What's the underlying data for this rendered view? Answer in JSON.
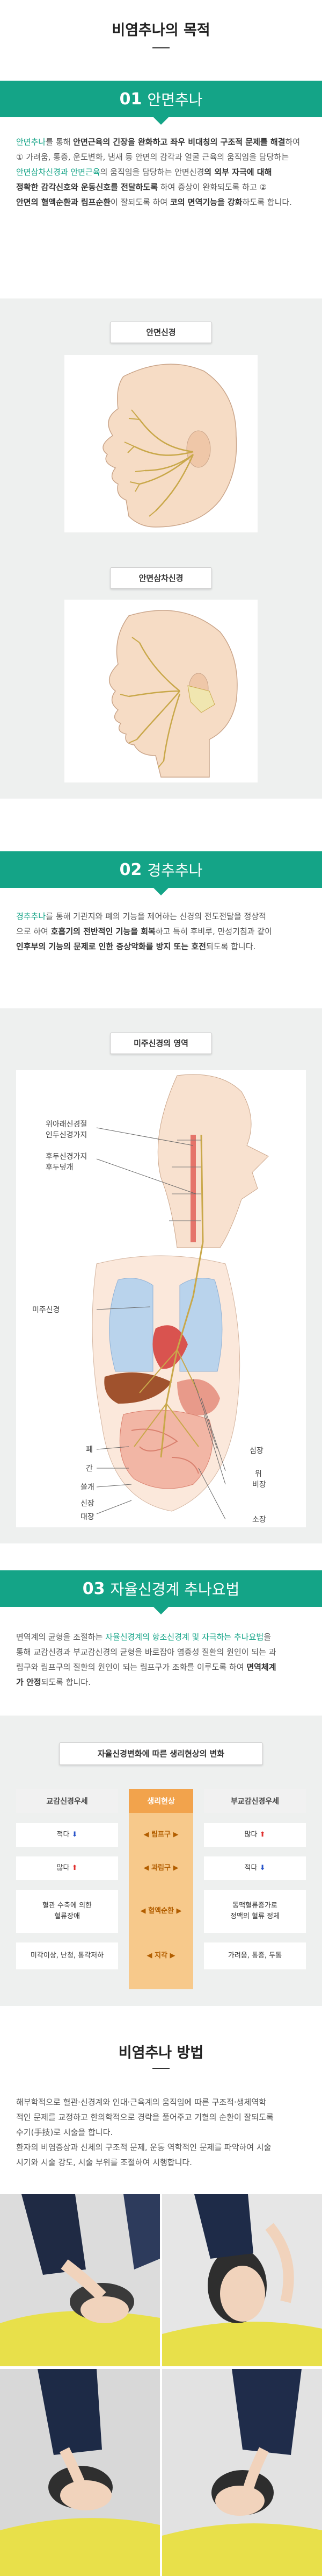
{
  "page": {
    "title": "비염추나의 목적"
  },
  "section1": {
    "num": "01",
    "title": "안면추나",
    "p1_a": "안면추나",
    "p1_b": "를 통해 ",
    "p1_c": "안면근육의 긴장을 완화하고 좌우 비대칭의 구조적 문제를 해결",
    "p1_d": "하여",
    "p2": "① 가려움, 통증, 운도변화, 냄새 등 안면의 감각과 얼굴 근육의 움직임을 담당하는",
    "p3_a": "안면삼차신경과 안면근육",
    "p3_b": "의 움직임을 담당하는 안면신경",
    "p3_c": "의 외부 자극에 대해",
    "p4_a": "정확한 감각신호와 운동신호를 전달하도록",
    "p4_b": " 하여 증상이 완화되도록 하고 ②",
    "p5_a": "안면의 혈액순환과 림프순환",
    "p5_b": "이 잘되도록 하여 ",
    "p5_c": "코의 면역기능을 강화",
    "p5_d": "하도록 합니다.",
    "pill1": "안면신경",
    "pill2": "안면삼차신경"
  },
  "section2": {
    "num": "02",
    "title": "경추추나",
    "p1_a": "경추추나",
    "p1_b": "를 통해 기관지와 폐의 기능을 제어하는 신경의 전도전달을 정상적",
    "p2_a": "으로 하여 ",
    "p2_b": "호흡기의 전반적인 기능을 회복",
    "p2_c": "하고 특히 후비루, 만성기침과 같이",
    "p3_a": "인후부의 기능의 문제로 인한 증상악화를 방지 또는 호전",
    "p3_b": "되도록 합니다.",
    "pill": "미주신경의 영역",
    "labels": {
      "pharynx1": "위아래신경절",
      "pharynx2": "인두신경가지",
      "larynx1": "후두신경가지",
      "larynx2": "후두덮개",
      "vagus": "미주신경",
      "lung": "폐",
      "liver": "간",
      "gall": "쓸개",
      "kidney": "신장",
      "colon": "대장",
      "heart": "심장",
      "stomach": "위",
      "spleen": "비장",
      "smallint": "소장"
    }
  },
  "section3": {
    "num": "03",
    "title": "자율신경계 추나요법",
    "p1": "면역계의 균형을 조절하는 ",
    "p1_hl": "자율신경계의 항조신경계 및 자극하는 추나요법",
    "p1_c": "을",
    "p2": "통해 교감신경과 부교감신경의 균형을 바로잡아 염증성 질환의 원인이 되는 과",
    "p3": "립구와 림프구의 질환의 원인이 되는 림프구가 조화를 이루도록 하여 ",
    "p3_b": "면역체계",
    "p4_b": "가 안정",
    "p4": "되도록 합니다.",
    "pill": "자율신경변화에 따른 생리현상의 변화",
    "headers": {
      "left": "교감신경우세",
      "mid": "생리현상",
      "right": "부교감신경우세"
    },
    "rows": [
      {
        "left": "적다",
        "mid": "림프구",
        "right": "많다"
      },
      {
        "left": "많다",
        "mid": "과립구",
        "right": "적다"
      },
      {
        "left": "혈관 수축에 의한\n혈류장애",
        "mid": "혈액순환",
        "right": "동맥혈류증가로\n정맥의 혈류 정체"
      },
      {
        "left": "미각이상, 난청, 통각저하",
        "mid": "지각",
        "right": "가려움, 통증, 두통"
      }
    ],
    "colors": {
      "up": "#e0312f",
      "down": "#2a55c9",
      "head_left": "#f1f1f1",
      "head_mid": "#f2a34c",
      "head_right": "#f1f1f1"
    }
  },
  "section4": {
    "title": "비염추나 방법",
    "p1": "해부학적으로 혈관·신경계와 인대·근육계의 움직임에 따른 구조적·생체역학",
    "p2": "적인 문제를 교정하고 한의학적으로 경락을 풀어주고 기혈의 순환이 잘되도록",
    "p3": "수기(手技)로 시술을 합니다.",
    "p4": "환자의 비염증상과 신체의 구조적 문제, 운동 역학적인 문제를 파악하여 시술",
    "p5": "시기와 시술 강도, 시술 부위를 조절하여 시행합니다."
  },
  "theme": {
    "accent": "#14a487",
    "band": "#eef0ef"
  }
}
